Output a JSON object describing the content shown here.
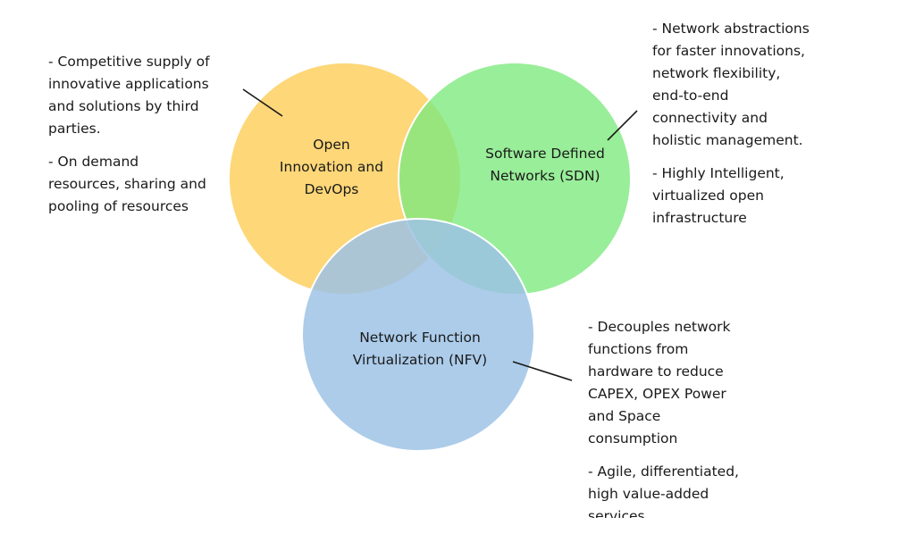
{
  "circles": [
    {
      "id": "open",
      "lines": [
        "Open",
        "Innovation and",
        "DevOps"
      ],
      "color": "#fdd060"
    },
    {
      "id": "sdn",
      "lines": [
        "Software Defined",
        "Networks (SDN)"
      ],
      "color": "#7fea7f"
    },
    {
      "id": "nfv",
      "lines": [
        "Network Function",
        "Virtualization (NFV)"
      ],
      "color": "#9ec3e6"
    }
  ],
  "notes": {
    "left": [
      [
        "- Competitive supply of",
        "innovative applications",
        "and solutions by third",
        "parties."
      ],
      [
        "- On demand",
        "resources, sharing and",
        "pooling of resources"
      ]
    ],
    "right": [
      [
        "- Network abstractions",
        "for faster innovations,",
        "network flexibility,",
        "end-to-end",
        "connectivity and",
        "holistic management."
      ],
      [
        "- Highly Intelligent,",
        "virtualized open",
        "infrastructure"
      ]
    ],
    "bottom": [
      [
        "- Decouples network",
        "functions from",
        "hardware to reduce",
        "CAPEX, OPEX Power",
        "and Space",
        "consumption"
      ],
      [
        "- Agile, differentiated,",
        "high value-added",
        "services"
      ]
    ]
  }
}
